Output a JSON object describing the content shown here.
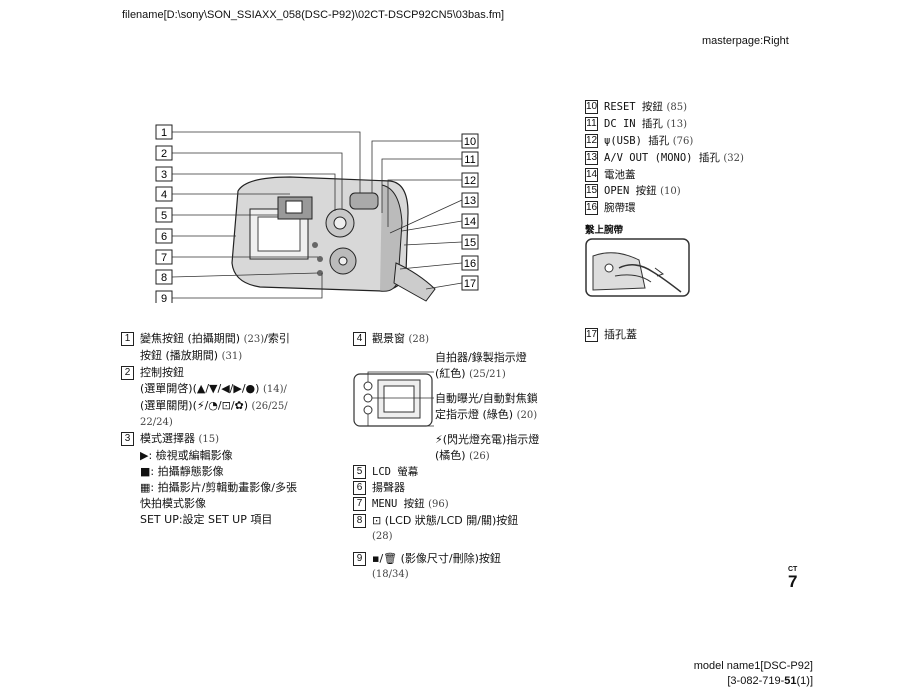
{
  "header": {
    "filename": "filename[D:\\sony\\SON_SSIAXX_058(DSC-P92)\\02CT-DSCP92CN5\\03bas.fm]",
    "masterpage": "masterpage:Right"
  },
  "diagram": {
    "left_numbers": [
      "1",
      "2",
      "3",
      "4",
      "5",
      "6",
      "7",
      "8",
      "9"
    ],
    "right_numbers": [
      "10",
      "11",
      "12",
      "13",
      "14",
      "15",
      "16",
      "17"
    ]
  },
  "right_list": [
    {
      "num": "10",
      "text": "RESET 按鈕",
      "page": "(85)"
    },
    {
      "num": "11",
      "text": "DC IN 插孔",
      "page": "(13)"
    },
    {
      "num": "12",
      "text": "ψ(USB) 插孔",
      "page": "(76)"
    },
    {
      "num": "13",
      "text": "A/V OUT (MONO) 插孔",
      "page": "(32)"
    },
    {
      "num": "14",
      "text": "電池蓋",
      "page": ""
    },
    {
      "num": "15",
      "text": "OPEN 按鈕",
      "page": "(10)"
    },
    {
      "num": "16",
      "text": "腕帶環",
      "page": ""
    }
  ],
  "strap_label": "繫上腕帶",
  "item17": {
    "num": "17",
    "text": "插孔蓋"
  },
  "left_list": {
    "i1": {
      "num": "1",
      "l1": "變焦按鈕 (拍攝期間)",
      "p1": "(23)",
      "l1b": "/索引",
      "l2": "按鈕 (播放期間)",
      "p2": "(31)"
    },
    "i2": {
      "num": "2",
      "l1": "控制按鈕",
      "l2": "(選單開啓)(▲/▼/◀/▶/●)",
      "p2": "(14)/",
      "l3": "(選單關閉)(⚡/◔/⊡/✿)",
      "p3": "(26/25/",
      "l4": "22/24)"
    },
    "i3": {
      "num": "3",
      "l1": "模式選擇器",
      "p1": "(15)",
      "s1": "▶: 檢視或編輯影像",
      "s2": "■: 拍攝靜態影像",
      "s3": "▦: 拍攝影片/剪輯動畫影像/多張",
      "s4": "快拍模式影像",
      "s5": "SET UP:設定 SET UP 項目"
    }
  },
  "mid_list": {
    "i4": {
      "num": "4",
      "text": "觀景窗",
      "page": "(28)"
    },
    "vf1a": "自拍器/錄製指示燈",
    "vf1b": "(紅色)",
    "vf1p": "(25/21)",
    "vf2a": "自動曝光/自動對焦鎖",
    "vf2b": "定指示燈 (綠色)",
    "vf2p": "(20)",
    "vf3a": "⚡(閃光燈充電)指示燈",
    "vf3b": "(橘色)",
    "vf3p": "(26)",
    "i5": {
      "num": "5",
      "text": "LCD 螢幕"
    },
    "i6": {
      "num": "6",
      "text": "揚聲器"
    },
    "i7": {
      "num": "7",
      "text": "MENU 按鈕",
      "page": "(96)"
    },
    "i8": {
      "num": "8",
      "text": "⊡ (LCD 狀態/LCD 開/關)按鈕",
      "page": "(28)"
    },
    "i9": {
      "num": "9",
      "text": "▪/🗑 (影像尺寸/刪除)按鈕",
      "page": "(18/34)"
    }
  },
  "page_number": {
    "lang": "CT",
    "num": "7"
  },
  "footer": {
    "model": "model name1[DSC-P92]",
    "code_a": "[3-082-719-",
    "code_b": "51",
    "code_c": "(1)]"
  }
}
